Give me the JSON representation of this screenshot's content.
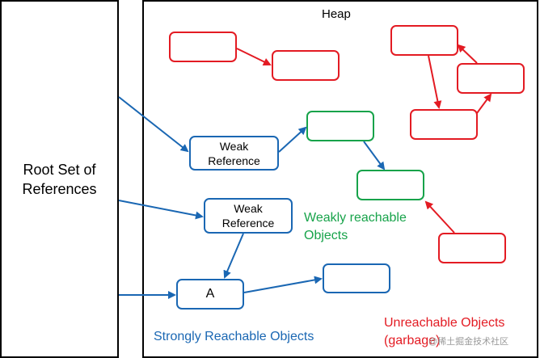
{
  "heap": {
    "title": "Heap"
  },
  "root": {
    "title": "Root Set of References"
  },
  "nodes": {
    "weak_ref_1": "Weak\nReference",
    "weak_ref_2": "Weak\nReference",
    "object_a": "A"
  },
  "legend": {
    "weakly_reachable": "Weakly reachable\nObjects",
    "strongly_reachable": "Strongly Reachable Objects",
    "unreachable": "Unreachable Objects\n(garbage)"
  },
  "watermark": "@稀土掘金技术社区",
  "colors": {
    "unreachable": "#e31b23",
    "weakly_reachable": "#17a34a",
    "strongly_reachable": "#1a67b3",
    "arrow_red": "#e31b23",
    "arrow_blue": "#1a67b3"
  }
}
